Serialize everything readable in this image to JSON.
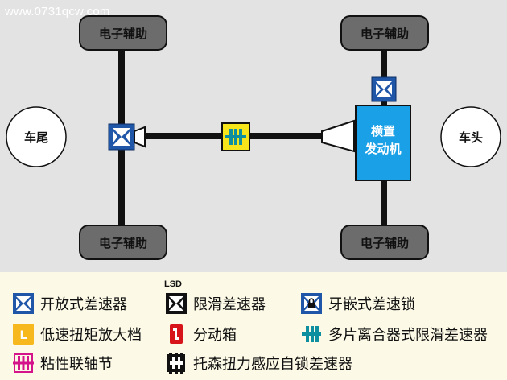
{
  "watermark": "www.0731qcw.com",
  "diagram": {
    "rear_label": "车尾",
    "front_label": "车头",
    "engine_label_line1": "横置",
    "engine_label_line2": "发动机",
    "aux_top_left": "电子辅助",
    "aux_top_right": "电子辅助",
    "aux_bottom_left": "电子辅助",
    "aux_bottom_right": "电子辅助",
    "colors": {
      "engine": "#1aa0e6",
      "diff_blue": "#1f56a8",
      "coupling_yellow": "#f7e51c",
      "coupling_teal": "#0e8fa0"
    }
  },
  "legend": {
    "open_diff": "开放式差速器",
    "lsd_diff": "限滑差速器",
    "lsd_tag": "LSD",
    "dog_clutch_diff": "牙嵌式差速锁",
    "low_range": "低速扭矩放大档",
    "low_range_badge": "L",
    "transfer_case": "分动箱",
    "multi_plate": "多片离合器式限滑差速器",
    "viscous": "粘性联轴节",
    "torsen": "托森扭力感应自锁差速器"
  }
}
